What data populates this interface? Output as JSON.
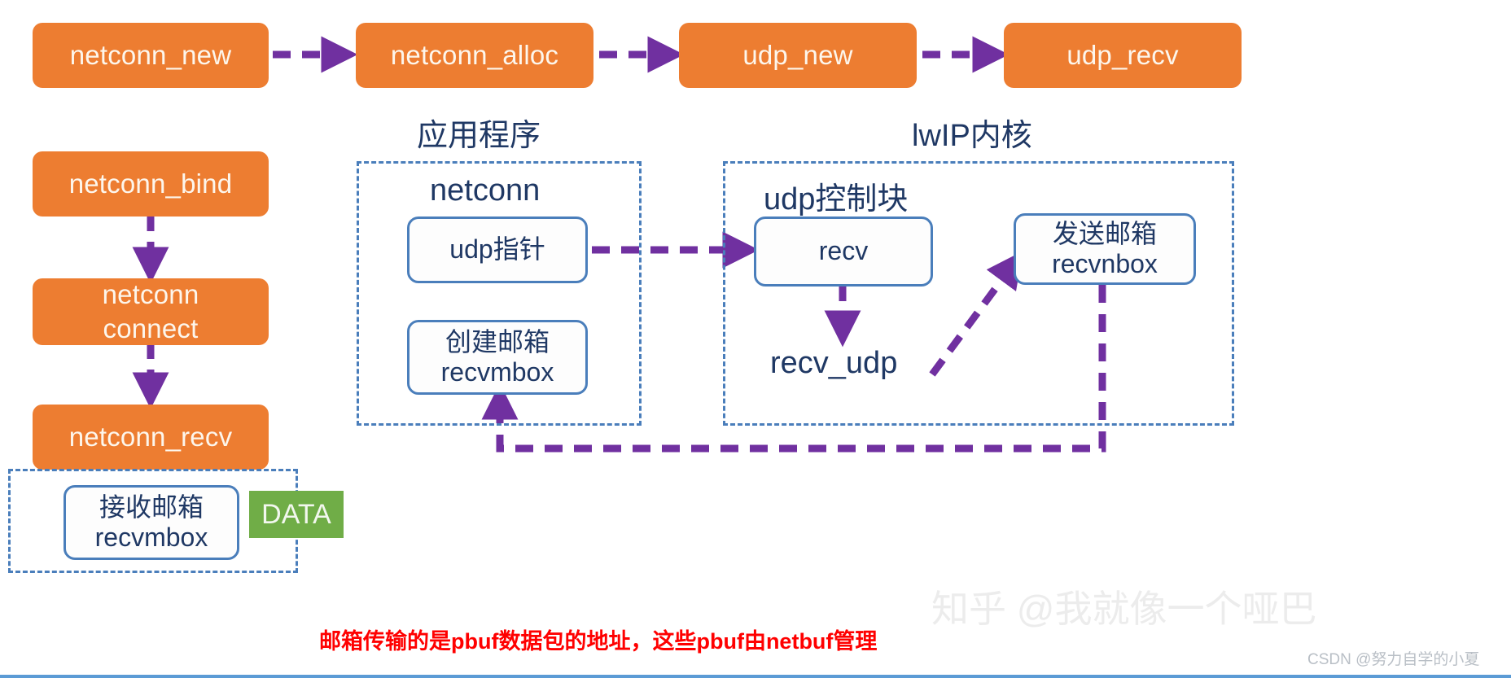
{
  "diagram": {
    "title_app": "应用程序",
    "title_kernel": "lwIP内核",
    "accent_orange": "#ED7D31",
    "accent_blue": "#4A7EBB",
    "accent_purple": "#7030A0",
    "accent_green": "#70AD47",
    "accent_red": "#FF0000",
    "text_navy": "#1F3864"
  },
  "top_flow": {
    "steps": [
      {
        "label": "netconn_new"
      },
      {
        "label": "netconn_alloc"
      },
      {
        "label": "udp_new"
      },
      {
        "label": "udp_recv"
      }
    ]
  },
  "left_flow": {
    "steps": [
      {
        "label": "netconn_bind",
        "line2": ""
      },
      {
        "label": "netconn",
        "line2": "connect"
      },
      {
        "label": "netconn_recv",
        "line2": ""
      }
    ]
  },
  "app_group": {
    "title": "应用程序",
    "struct_label": "netconn",
    "fields": [
      {
        "line1": "udp指针",
        "line2": ""
      },
      {
        "line1": "创建邮箱",
        "line2": "recvmbox"
      }
    ]
  },
  "kernel_group": {
    "title": "lwIP内核",
    "struct_label": "udp控制块",
    "fields": [
      {
        "line1": "recv",
        "line2": ""
      }
    ],
    "callback_label": "recv_udp",
    "send_mailbox": {
      "line1": "发送邮箱",
      "line2": "recvnbox"
    }
  },
  "recv_group": {
    "mailbox": {
      "line1": "接收邮箱",
      "line2": "recvmbox"
    },
    "data_chip": "DATA"
  },
  "caption": {
    "red_note": "邮箱传输的是pbuf数据包的地址，这些pbuf由netbuf管理"
  },
  "watermarks": {
    "zhihu": "知乎 @我就像一个哑巴",
    "csdn": "CSDN @努力自学的小夏"
  }
}
